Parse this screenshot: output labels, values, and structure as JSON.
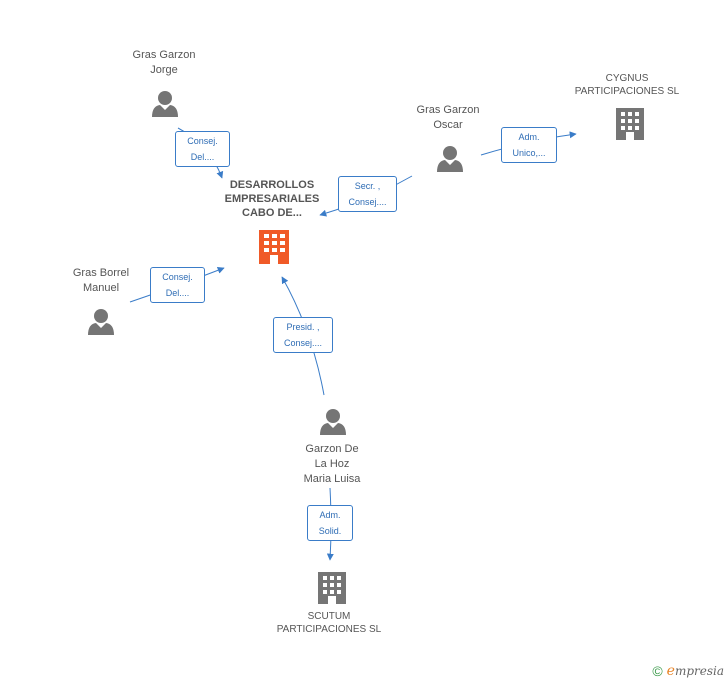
{
  "nodes": {
    "center": {
      "lines": [
        "DESARROLLOS",
        "EMPRESARIALES",
        "CABO DE..."
      ],
      "color": "#f05a28"
    },
    "jorge": {
      "lines": [
        "Gras Garzon",
        "Jorge"
      ]
    },
    "oscar": {
      "lines": [
        "Gras Garzon",
        "Oscar"
      ]
    },
    "manuel": {
      "lines": [
        "Gras Borrel",
        "Manuel"
      ]
    },
    "maria": {
      "lines": [
        "Garzon De",
        "La Hoz",
        "Maria Luisa"
      ]
    },
    "cygnus": {
      "lines": [
        "CYGNUS",
        "PARTICIPACIONES SL"
      ]
    },
    "scutum": {
      "lines": [
        "SCUTUM",
        "PARTICIPACIONES SL"
      ]
    }
  },
  "edges": {
    "jorge_center": [
      "Consej.",
      "Del...."
    ],
    "oscar_center": [
      "Secr. ,",
      "Consej...."
    ],
    "oscar_cygnus": [
      "Adm.",
      "Unico,..."
    ],
    "manuel_center": [
      "Consej.",
      "Del...."
    ],
    "maria_center": [
      "Presid. ,",
      "Consej...."
    ],
    "maria_scutum": [
      "Adm.",
      "Solid."
    ]
  },
  "colors": {
    "edge": "#3a7cc8",
    "person": "#757575",
    "company": "#757575",
    "center_company": "#f05a28"
  },
  "footer": {
    "copyright": "©",
    "brand_initial": "e",
    "brand_rest": "mpresia"
  }
}
